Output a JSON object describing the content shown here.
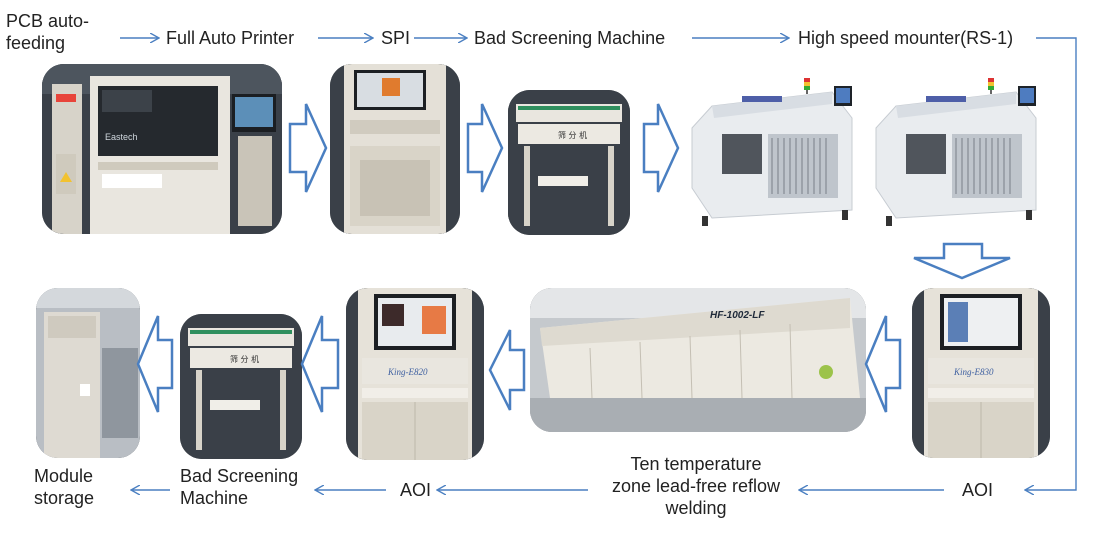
{
  "colors": {
    "arrow": "#4a7fc1",
    "arrow_fill": "#ffffff",
    "machine_body": "#e9e6df",
    "machine_panel": "#d9d4c8",
    "conveyor_green": "#2f8f5e",
    "photo_dark": "#2b3036"
  },
  "labels": {
    "pcb_feeding": [
      "PCB auto-",
      "feeding"
    ],
    "full_auto_printer": "Full Auto Printer",
    "spi": "SPI",
    "bad_screening_top": "Bad Screening Machine",
    "high_speed_mounter": "High speed mounter(RS-1)",
    "aoi_right": "AOI",
    "reflow": [
      "Ten temperature",
      "zone lead-free reflow",
      "welding"
    ],
    "aoi_left": "AOI",
    "bad_screening_bottom": [
      "Bad Screening",
      "Machine"
    ],
    "module_storage": [
      "Module",
      "storage"
    ]
  },
  "machine_text": {
    "eastech": "Eastech",
    "reflow_model": "HF-1002-LF",
    "aoi_brand_1": "King-E820",
    "aoi_brand_2": "King-E830",
    "sorter": "筛 分 机"
  }
}
